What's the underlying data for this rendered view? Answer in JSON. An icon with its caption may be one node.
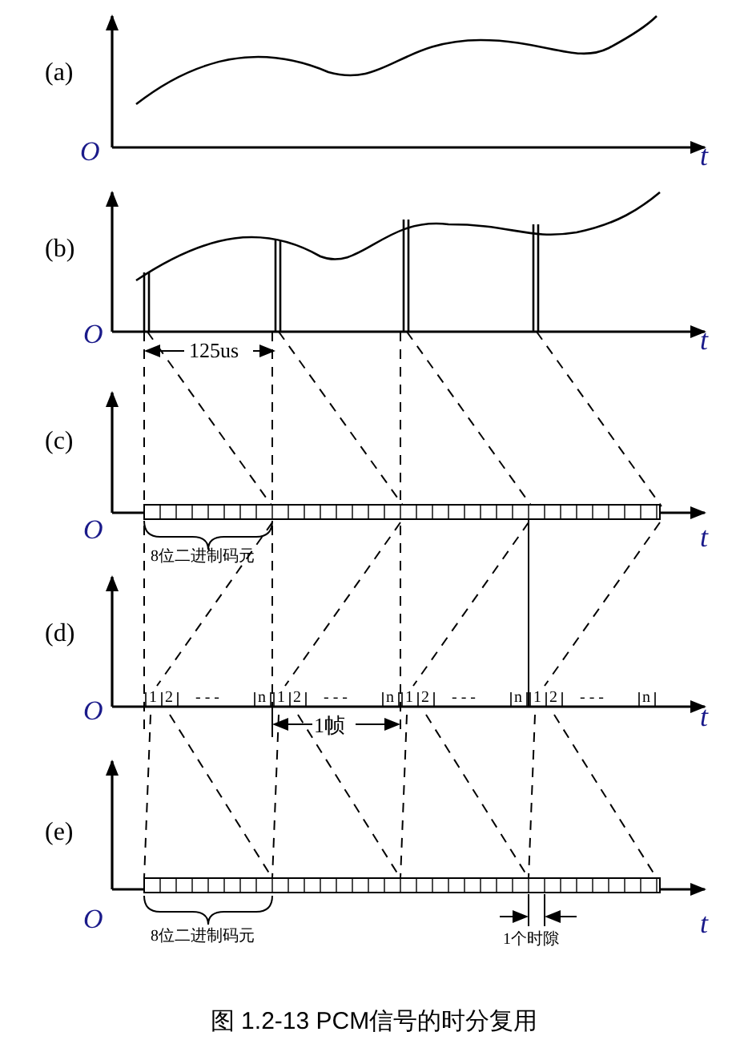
{
  "diagram": {
    "caption": "图 1.2-13 PCM信号的时分复用",
    "labels": [
      "(a)",
      "O",
      "t",
      "(b)",
      "O",
      "t",
      "125us",
      "(c)",
      "O",
      "t",
      "8位二进制码元",
      "(d)",
      "O",
      "1",
      "2",
      "- - -",
      "n",
      "1",
      "2",
      "- - -",
      "n",
      "1",
      "2",
      "- - -",
      "n",
      "1",
      "2",
      "- - -",
      "n",
      "1帧",
      "t",
      "(e)",
      "O",
      "t",
      "8位二进制码元",
      "1个时隙"
    ]
  }
}
